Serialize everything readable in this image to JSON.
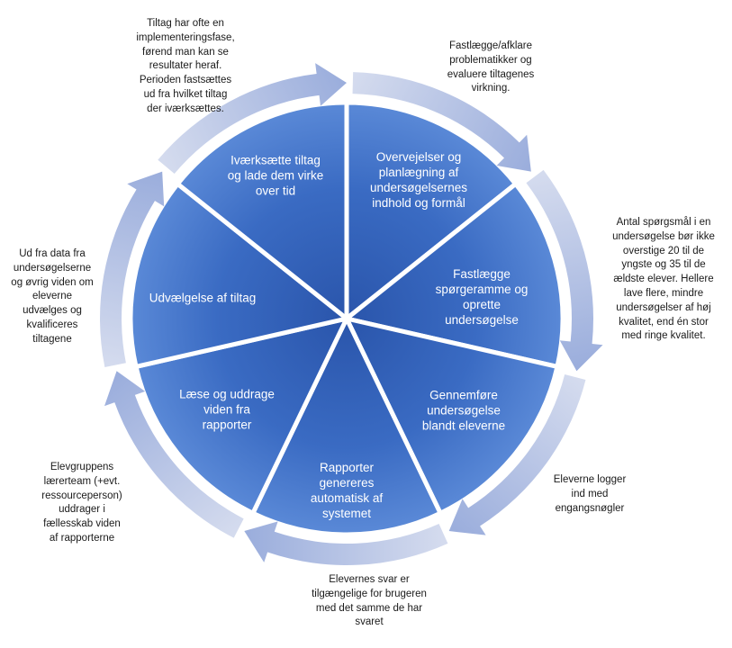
{
  "colors": {
    "segment_inner": "#2a55ab",
    "segment_mid": "#3a6bc3",
    "segment_outer": "#5a89d7",
    "separator": "#ffffff",
    "arrow_start": "#d4dbee",
    "arrow_end": "#9aadDC"
  },
  "segments": [
    {
      "label": "Overvejelser og\nplanlægning af\nundersøgelsernes\nindhold og formål",
      "note": "Fastlægge/afklare\nproblematikker og\nevaluere tiltagenes\nvirkning."
    },
    {
      "label": "Fastlægge\nspørgeramme og\noprette\nundersøgelse",
      "note": "Antal spørgsmål i en\nundersøgelse bør ikke\noverstige 20 til de\nyngste og 35 til de\nældste elever. Hellere\nlave flere, mindre\nundersøgelser af høj\nkvalitet, end én stor\nmed ringe kvalitet."
    },
    {
      "label": "Gennemføre\nundersøgelse\nblandt eleverne",
      "note": "Eleverne logger\nind med\nengangsnøgler"
    },
    {
      "label": "Rapporter\ngenereres\nautomatisk af\nsystemet",
      "note": "Elevernes svar er\ntilgængelige for brugeren\nmed det samme de har\nsvaret"
    },
    {
      "label": "Læse og uddrage\nviden fra\nrapporter",
      "note": "Elevgruppens\nlærerteam (+evt.\nressourceperson)\nuddrager i\nfællesskab viden\naf rapporterne"
    },
    {
      "label": "Udvælgelse af tiltag",
      "note": "Ud fra data fra\nundersøgelserne\nog øvrig viden om\neleverne\nudvælges og\nkvalificeres\ntiltagene"
    },
    {
      "label": "Iværksætte tiltag\nog lade dem virke\nover tid",
      "note": "Tiltag har ofte en\nimplementeringsfase,\nførend man kan se\nresultater heraf.\nPerioden fastsættes\nud fra hvilket tiltag\nder iværksættes."
    }
  ]
}
